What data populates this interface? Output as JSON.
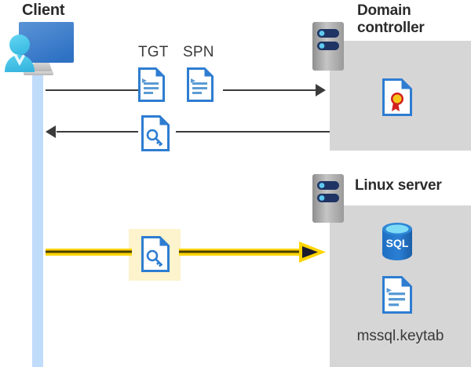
{
  "diagram": {
    "title": "Kerberos authentication flow between Client, Domain controller and Linux server",
    "type": "sequence-diagram"
  },
  "actors": {
    "client": {
      "label": "Client",
      "icon": "client-computer-user-icon",
      "lifeline_color": "#c0dcfb"
    },
    "domain_controller": {
      "label": "Domain controller",
      "icon": "server-tower-icon",
      "panel_color": "#d6d6d6",
      "contents": [
        {
          "icon": "certificate-document-icon",
          "label": ""
        }
      ]
    },
    "linux_server": {
      "label": "Linux server",
      "icon": "server-tower-icon",
      "panel_color": "#d6d6d6",
      "contents": [
        {
          "icon": "sql-database-icon",
          "label": "SQL"
        },
        {
          "icon": "document-icon",
          "label": "mssql.keytab"
        }
      ]
    }
  },
  "messages": [
    {
      "id": "request",
      "direction": "right",
      "from": "client",
      "to": "domain_controller",
      "color": "#3b3b3b",
      "artifacts": [
        {
          "label": "TGT",
          "icon": "document-lines-icon"
        },
        {
          "label": "SPN",
          "icon": "document-lines-icon"
        }
      ]
    },
    {
      "id": "response",
      "direction": "left",
      "from": "domain_controller",
      "to": "client",
      "color": "#3b3b3b",
      "artifacts": [
        {
          "label": "",
          "icon": "document-key-icon"
        }
      ]
    },
    {
      "id": "service-ticket",
      "direction": "right",
      "from": "client",
      "to": "linux_server",
      "color": "#ffd400",
      "highlighted": true,
      "highlight_color": "#fdf3cc",
      "artifacts": [
        {
          "label": "",
          "icon": "document-key-icon"
        }
      ]
    }
  ],
  "labels": {
    "tgt": "TGT",
    "spn": "SPN",
    "sql": "SQL",
    "keytab_file": "mssql.keytab"
  },
  "colors": {
    "doc_blue": "#2e7dd1",
    "doc_blue_dark": "#1f5fa8",
    "doc_line": "#5b9bd5",
    "panel_gray": "#d6d6d6",
    "arrow_black": "#3b3b3b",
    "arrow_yellow": "#ffd400",
    "highlight_yellow": "#fdf3cc",
    "lifeline_blue": "#c0dcfb",
    "title_text": "#2b2b2b",
    "label_text": "#3a3a3a",
    "sql_blue": "#1f6fc4",
    "cert_red": "#d22020",
    "cert_gold": "#f5c518"
  }
}
